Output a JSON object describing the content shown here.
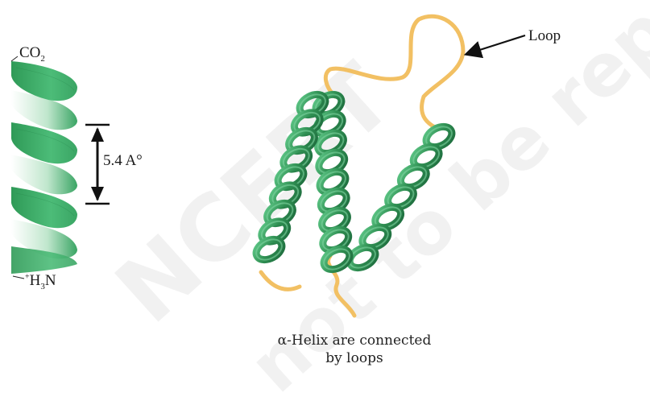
{
  "labels": {
    "top_end": "CO2",
    "bottom_end": "+H3N",
    "pitch": "5.4 A°",
    "loop": "Loop"
  },
  "caption": {
    "line1": "α-Helix are connected",
    "line2": "by loops"
  },
  "watermark": {
    "line1": "NCERT",
    "line2": "not to be republished"
  },
  "colors": {
    "helix": "#3aa564",
    "helix_dark": "#1f7a43",
    "loop": "#f2c063",
    "arrow": "#111111"
  }
}
